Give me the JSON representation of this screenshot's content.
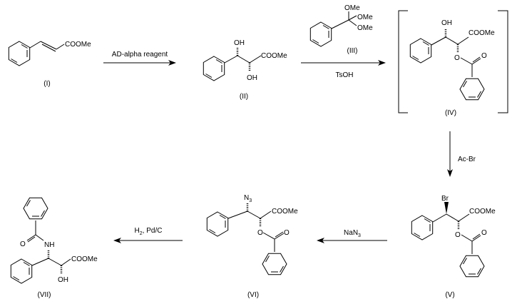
{
  "diagram": {
    "type": "reaction-scheme",
    "compounds": [
      {
        "id": "I",
        "label": "(I)",
        "groups": [
          "COOMe"
        ]
      },
      {
        "id": "II",
        "label": "(II)",
        "groups": [
          "OH",
          "OH",
          "COOMe"
        ]
      },
      {
        "id": "III",
        "label": "(III)",
        "groups": [
          "OMe",
          "OMe",
          "OMe"
        ]
      },
      {
        "id": "IV",
        "label": "(IV)",
        "groups": [
          "OH",
          "COOMe",
          "O",
          "O"
        ],
        "bracketed": true
      },
      {
        "id": "V",
        "label": "(V)",
        "groups": [
          "Br",
          "COOMe",
          "O",
          "O"
        ]
      },
      {
        "id": "VI",
        "label": "(VI)",
        "groups": [
          "N",
          "3",
          "COOMe",
          "O",
          "O"
        ]
      },
      {
        "id": "VII",
        "label": "(VII)",
        "groups": [
          "O",
          "NH",
          "COOMe",
          "OH"
        ]
      }
    ],
    "arrows": [
      {
        "from": "I",
        "to": "II",
        "reagent_above": "AD-alpha reagent",
        "reagent_below": ""
      },
      {
        "from": "II",
        "to": "IV",
        "reagent_above": "(III)",
        "reagent_below": "TsOH"
      },
      {
        "from": "IV",
        "to": "V",
        "reagent_side": "Ac-Br"
      },
      {
        "from": "V",
        "to": "VI",
        "reagent_main": "NaN",
        "reagent_sub": "3"
      },
      {
        "from": "VI",
        "to": "VII",
        "reagent_main": "H",
        "reagent_sub": "2",
        "reagent_rest": ", Pd/C"
      }
    ]
  }
}
